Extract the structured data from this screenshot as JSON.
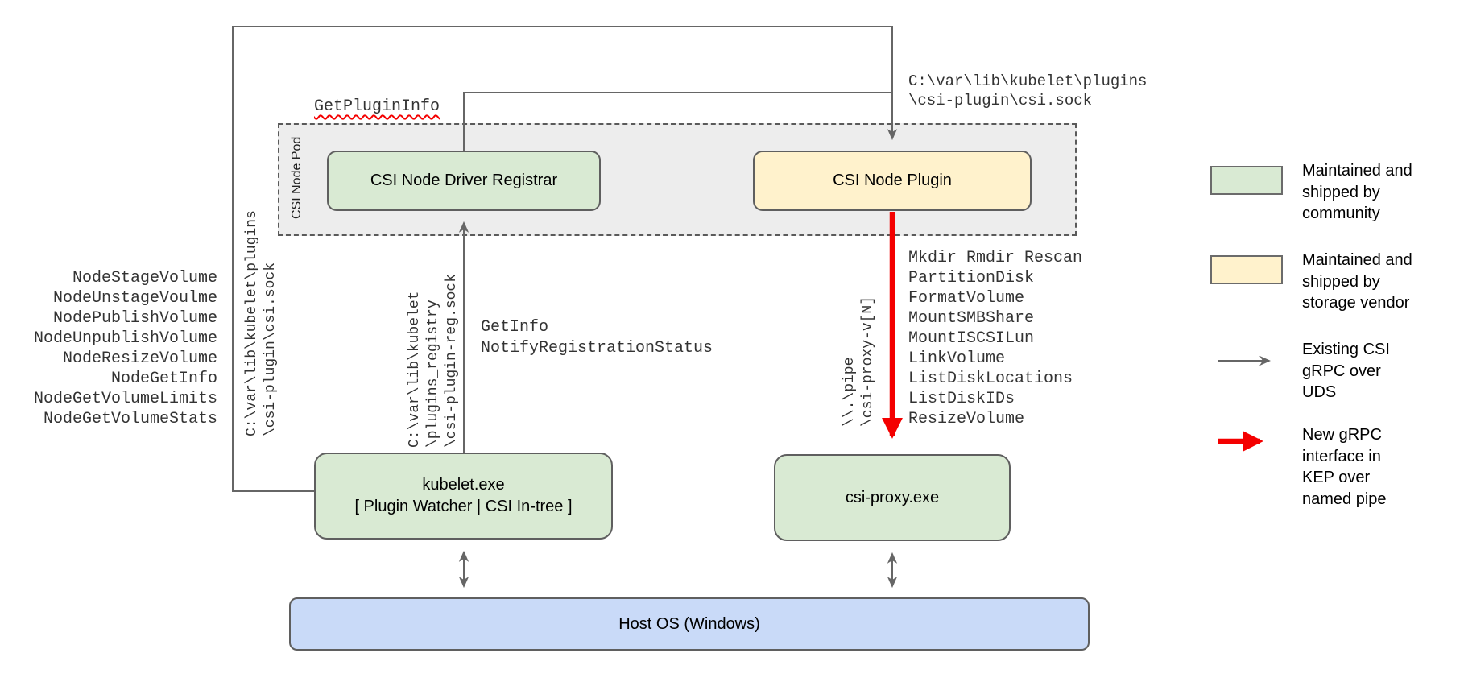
{
  "colors": {
    "community": "#d9ead3",
    "vendor": "#fff2cc",
    "host": "#c9daf8",
    "pod-bg": "#ededed",
    "line": "#666666",
    "accent-red": "#f40000",
    "text": "#000000",
    "mono-text": "#333333"
  },
  "nodes": {
    "pod": {
      "label": "CSI Node Pod"
    },
    "registrar": {
      "label": "CSI Node Driver Registrar"
    },
    "plugin": {
      "label": "CSI Node Plugin"
    },
    "kubelet": {
      "lines": [
        "kubelet.exe",
        "[ Plugin Watcher | CSI In-tree ]"
      ]
    },
    "csi_proxy": {
      "label": "csi-proxy.exe"
    },
    "host_os": {
      "label": "Host OS (Windows)"
    }
  },
  "labels": {
    "get_plugin_info": "GetPluginInfo",
    "csi_sock": [
      "C:\\var\\lib\\kubelet\\plugins",
      "\\csi-plugin\\csi.sock"
    ],
    "reg_sock": [
      "C:\\var\\lib\\kubelet",
      "\\plugins_registry",
      "\\csi-plugin-reg.sock"
    ],
    "named_pipe": [
      "\\\\.\\pipe",
      "\\csi-proxy-v[N]"
    ],
    "registration_calls": [
      "GetInfo",
      "NotifyRegistrationStatus"
    ]
  },
  "calls": {
    "csi_node": [
      "NodeStageVolume",
      "NodeUnstageVoulme",
      "NodePublishVolume",
      "NodeUnpublishVolume",
      "NodeResizeVolume",
      "NodeGetInfo",
      "NodeGetVolumeLimits",
      "NodeGetVolumeStats"
    ],
    "csi_proxy": [
      "Mkdir Rmdir Rescan",
      "PartitionDisk",
      "FormatVolume",
      "MountSMBShare",
      "MountISCSILun",
      "LinkVolume",
      "ListDiskLocations",
      "ListDiskIDs",
      "ResizeVolume"
    ]
  },
  "legend": {
    "items": [
      {
        "lines": [
          "Maintained and",
          "shipped by",
          "community"
        ]
      },
      {
        "lines": [
          "Maintained and",
          "shipped by",
          "storage vendor"
        ]
      },
      {
        "lines": [
          "Existing CSI",
          "gRPC over",
          "UDS"
        ]
      },
      {
        "lines": [
          "New gRPC",
          "interface in",
          "KEP over",
          "named pipe"
        ]
      }
    ]
  }
}
